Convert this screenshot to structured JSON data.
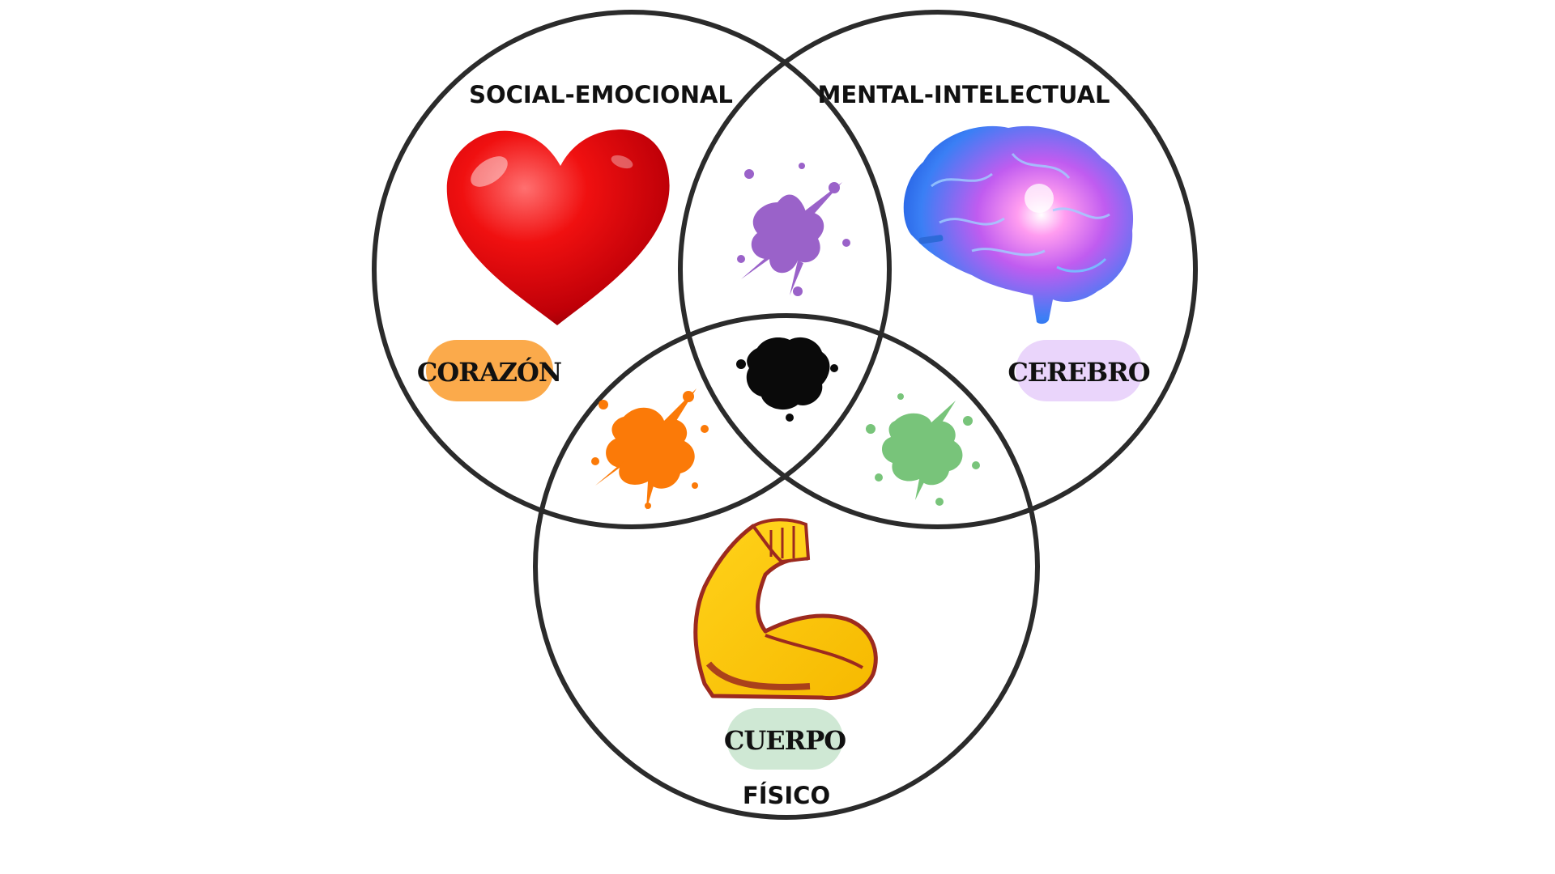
{
  "diagram": {
    "type": "venn-3",
    "background": "#ffffff",
    "outline_color": "#2b2b2b",
    "circles": [
      {
        "id": "social",
        "heading": "SOCIAL-EMOCIONAL"
      },
      {
        "id": "mental",
        "heading": "MENTAL-INTELECTUAL"
      },
      {
        "id": "fisico",
        "heading": "FÍSICO"
      }
    ],
    "tags": {
      "heart": {
        "label": "CORAZÓN",
        "color": "#fbaa4b"
      },
      "brain": {
        "label": "CEREBRO",
        "color": "#ead5fb"
      },
      "body": {
        "label": "CUERPO",
        "color": "#cfe8d4"
      }
    },
    "icons": {
      "heart": "heart-icon",
      "brain": "brain-icon",
      "arm": "flexed-arm-icon"
    },
    "splashes": [
      {
        "region": "social-mental",
        "color": "#9a62c9"
      },
      {
        "region": "social-fisico",
        "color": "#fb7a08"
      },
      {
        "region": "mental-fisico",
        "color": "#78c47a"
      },
      {
        "region": "center",
        "color": "#0a0a0a"
      }
    ]
  }
}
